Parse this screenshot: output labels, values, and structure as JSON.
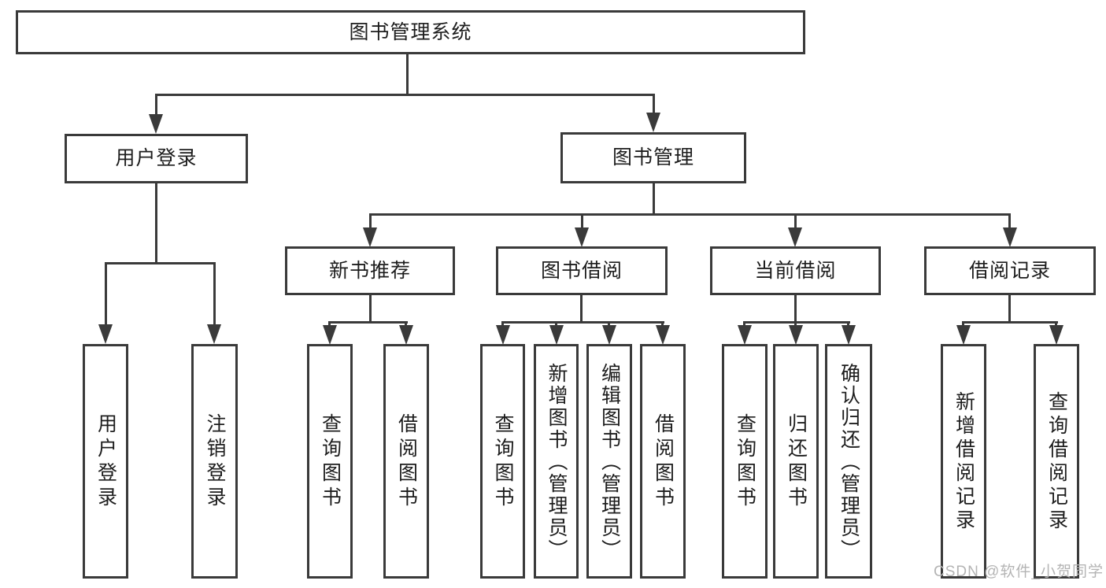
{
  "colors": {
    "line": "#3a3a3a",
    "text": "#1d1d1d",
    "watermark": "#b4b4b4",
    "background": "#ffffff"
  },
  "watermark": "CSDN @软件_小贺同学",
  "tree": {
    "root": "图书管理系统",
    "login": {
      "label": "用户登录",
      "children": [
        "用户登录",
        "注销登录"
      ]
    },
    "management": {
      "label": "图书管理",
      "sections": [
        {
          "label": "新书推荐",
          "children": [
            "查询图书",
            "借阅图书"
          ]
        },
        {
          "label": "图书借阅",
          "children": [
            "查询图书",
            "新增图书（管理员）",
            "编辑图书（管理员）",
            "借阅图书"
          ]
        },
        {
          "label": "当前借阅",
          "children": [
            "查询图书",
            "归还图书",
            "确认归还（管理员）"
          ]
        },
        {
          "label": "借阅记录",
          "children": [
            "新增借阅记录",
            "查询借阅记录"
          ]
        }
      ]
    }
  }
}
